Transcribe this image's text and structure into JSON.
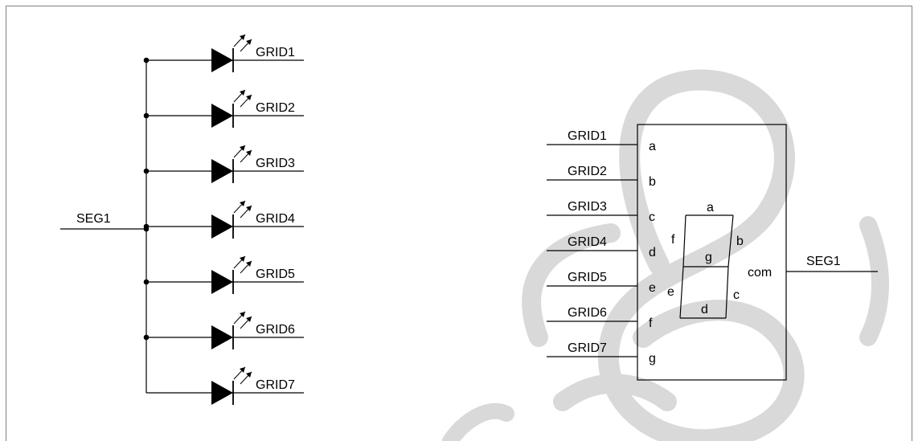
{
  "led_array": {
    "common_label": "SEG1",
    "grids": [
      "GRID1",
      "GRID2",
      "GRID3",
      "GRID4",
      "GRID5",
      "GRID6",
      "GRID7"
    ]
  },
  "seven_segment": {
    "input_labels": [
      "GRID1",
      "GRID2",
      "GRID3",
      "GRID4",
      "GRID5",
      "GRID6",
      "GRID7"
    ],
    "pin_labels": [
      "a",
      "b",
      "c",
      "d",
      "e",
      "f",
      "g"
    ],
    "segment_labels": [
      "a",
      "b",
      "c",
      "d",
      "e",
      "f",
      "g"
    ],
    "common_pin": "com",
    "output_label": "SEG1"
  },
  "colors": {
    "line": "#000000",
    "watermark": "#d9d9d9",
    "frame": "#808080"
  }
}
